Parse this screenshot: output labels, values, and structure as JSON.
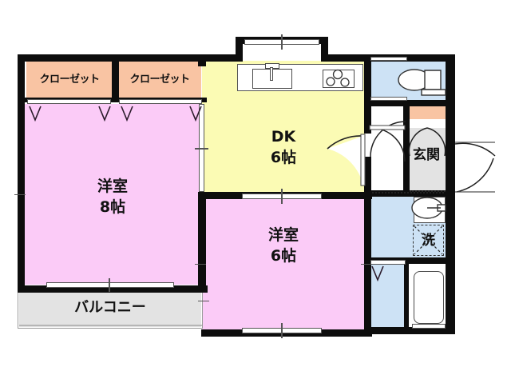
{
  "plan": {
    "title": "間取り図",
    "rooms": [
      {
        "key": "closet_left",
        "name": "クローゼット",
        "label": "クローゼット",
        "color": "#f9c4a3"
      },
      {
        "key": "closet_right",
        "name": "クローゼット",
        "label": "クローゼット",
        "color": "#f9c4a3"
      },
      {
        "key": "washitsu_8",
        "name": "洋室",
        "label": "洋室",
        "size": "8帖",
        "color": "#fbcbf7"
      },
      {
        "key": "dk",
        "name": "DK",
        "label": "DK",
        "size": "6帖",
        "color": "#fbfbb4"
      },
      {
        "key": "washitsu_6",
        "name": "洋室",
        "label": "洋室",
        "size": "6帖",
        "color": "#fbcbf7"
      },
      {
        "key": "balcony",
        "name": "バルコニー",
        "label": "バルコニー",
        "color": "#e3e3e3"
      },
      {
        "key": "genkan",
        "name": "玄関",
        "label": "玄関",
        "color": "#e3e3e3"
      },
      {
        "key": "toilet",
        "name": "トイレ",
        "label": "",
        "color": "#cde2f5"
      },
      {
        "key": "washroom",
        "name": "洗面所",
        "label": "",
        "color": "#cde2f5"
      },
      {
        "key": "bath",
        "name": "浴室",
        "label": "",
        "color": "#cde2f5"
      }
    ],
    "labels": {
      "closet_left": "クローゼット",
      "closet_right": "クローゼット",
      "dk_name": "DK",
      "dk_size": "6帖",
      "bedroom8_name": "洋室",
      "bedroom8_size": "8帖",
      "bedroom6_name": "洋室",
      "bedroom6_size": "6帖",
      "balcony": "バルコニー",
      "genkan": "玄関",
      "washer": "洗"
    },
    "fixtures": [
      {
        "key": "sink",
        "name": "kitchen-sink"
      },
      {
        "key": "stove",
        "name": "gas-stove-two-burner"
      },
      {
        "key": "toilet",
        "name": "toilet-bowl"
      },
      {
        "key": "lavatory",
        "name": "wash-basin"
      },
      {
        "key": "washer_pan",
        "name": "washing-machine-pan",
        "label": "洗"
      },
      {
        "key": "bathtub",
        "name": "bathtub"
      },
      {
        "key": "shoebox",
        "name": "shoe-cabinet"
      }
    ],
    "colors": {
      "wall": "#0d0d0d",
      "bedroom": "#fbcbf7",
      "dk": "#fbfbb4",
      "closet": "#f9c4a3",
      "water": "#cde2f5",
      "balcony": "#e3e3e3",
      "entry": "#e3e3e3"
    }
  }
}
